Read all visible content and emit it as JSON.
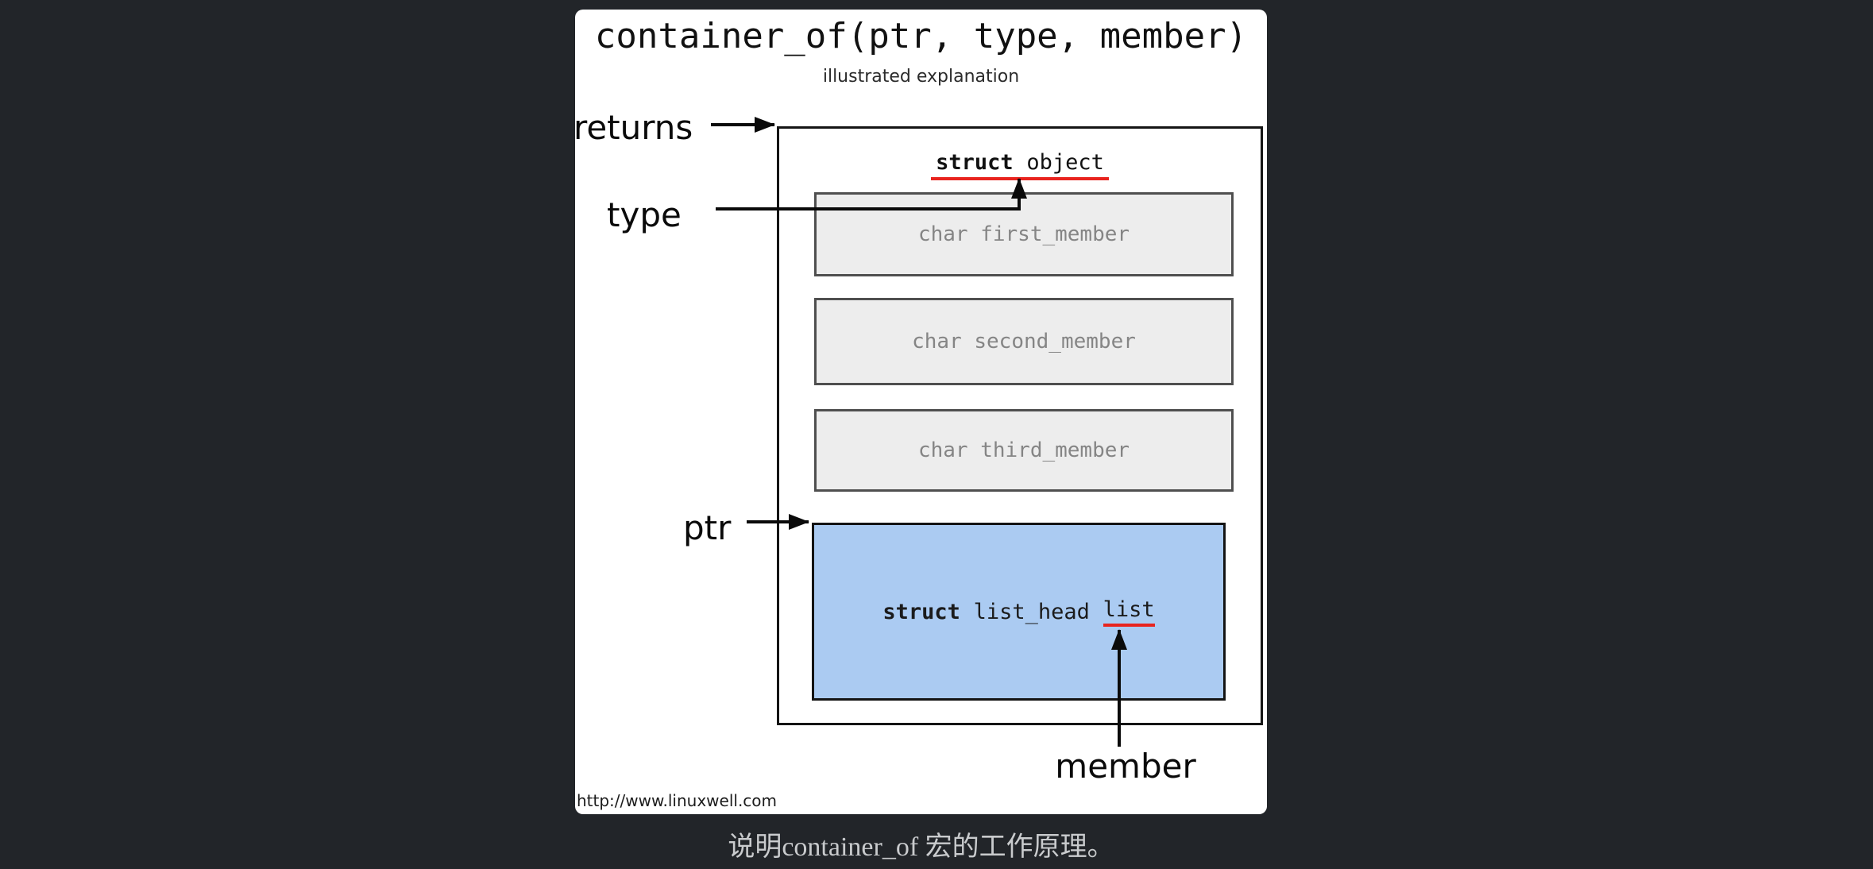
{
  "page": {
    "background_color": "#222529",
    "caption": "说明container_of 宏的工作原理。"
  },
  "diagram": {
    "title": "container_of(ptr, type, member)",
    "subtitle": "illustrated explanation",
    "watermark": "http://www.linuxwell.com",
    "labels": {
      "returns": "returns",
      "type": "type",
      "ptr": "ptr",
      "member": "member"
    },
    "struct_object": {
      "keyword": "struct",
      "name": "object"
    },
    "members": [
      {
        "text": "char first_member"
      },
      {
        "text": "char second_member"
      },
      {
        "text": "char third_member"
      }
    ],
    "list_member": {
      "keyword": "struct",
      "type_name": "list_head",
      "field_name": "list"
    },
    "colors": {
      "accent_red": "#e8231e",
      "member_box_fill": "#ededed",
      "member_box_border": "#4f4f4f",
      "list_box_fill": "#abcbf2",
      "outline_black": "#151515",
      "panel_bg": "#ffffff"
    }
  }
}
